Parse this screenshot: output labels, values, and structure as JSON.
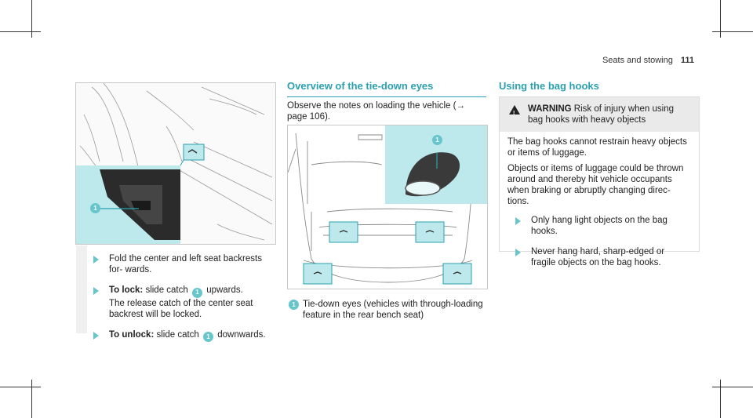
{
  "header": {
    "section": "Seats and stowing",
    "page_number": "111"
  },
  "figure_left": {
    "callout": "1"
  },
  "left_steps": [
    {
      "text": "Fold the center and left seat backrests for- wards."
    },
    {
      "lead": "To lock:",
      "pre": "slide catch",
      "callout": "1",
      "post": "upwards.",
      "extra": "The release catch of the center seat backrest will be locked."
    },
    {
      "lead": "To unlock:",
      "pre": "slide catch",
      "callout": "1",
      "post": "downwards."
    }
  ],
  "middle": {
    "title": "Overview of the tie-down eyes",
    "intro": "Observe the notes on loading the vehicle (→ page 106).",
    "figure_callout": "1",
    "caption_callout": "1",
    "caption": "Tie-down eyes (vehicles with through-loading feature in the rear bench seat)"
  },
  "right": {
    "title": "Using the bag hooks",
    "warning_label": "WARNING",
    "warning_heading": "Risk of injury when using bag hooks with heavy objects",
    "paragraphs": [
      "The bag hooks cannot restrain heavy objects or items of luggage.",
      "Objects or items of luggage could be thrown around and thereby hit vehicle occupants when braking or abruptly changing direc- tions."
    ],
    "steps": [
      "Only hang light objects on the bag hooks.",
      "Never hang hard, sharp-edged or fragile objects on the bag hooks."
    ]
  },
  "colors": {
    "accent": "#66c6cc",
    "title": "#2aa0b0",
    "inset": "#bde9ec"
  }
}
